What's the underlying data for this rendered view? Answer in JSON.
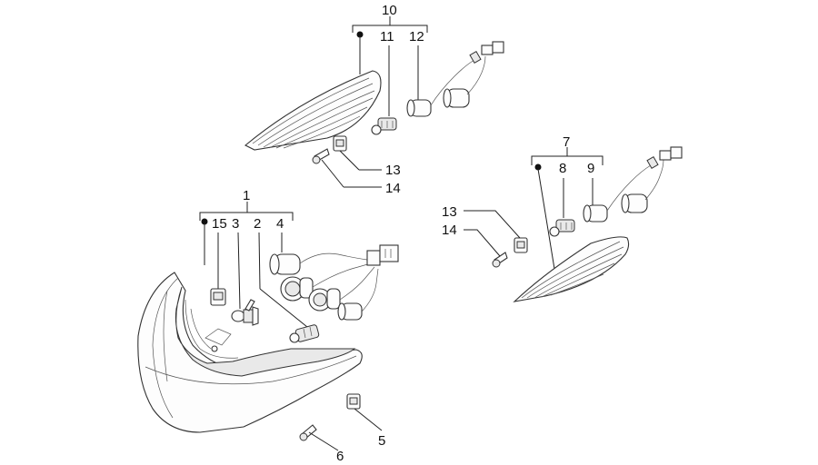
{
  "callouts": {
    "c1": "1",
    "c2": "2",
    "c3": "3",
    "c4": "4",
    "c5": "5",
    "c6": "6",
    "c7": "7",
    "c8": "8",
    "c9": "9",
    "c10": "10",
    "c11": "11",
    "c12": "12",
    "c13a": "13",
    "c14a": "14",
    "c13b": "13",
    "c14b": "14",
    "c15": "15"
  }
}
